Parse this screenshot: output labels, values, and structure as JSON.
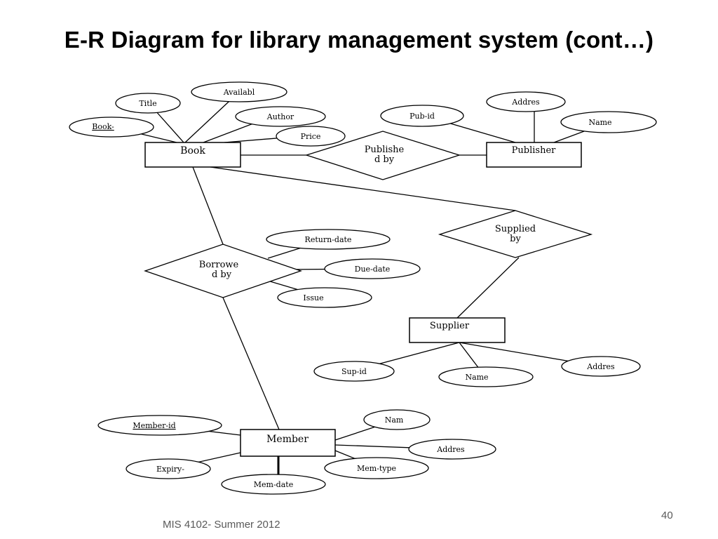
{
  "slide": {
    "title": "E-R Diagram for library management system (cont…)",
    "footer": "MIS 4102- Summer 2012",
    "page_number": "40"
  },
  "diagram": {
    "entities": {
      "book": "Book",
      "publisher": "Publisher",
      "supplier": "Supplier",
      "member": "Member"
    },
    "relationships": {
      "published_by": [
        "Publishe",
        "d by"
      ],
      "supplied_by": [
        "Supplied",
        "by"
      ],
      "borrowed_by": [
        "Borrowe",
        "d by"
      ]
    },
    "attributes": {
      "book_title": "Title",
      "book_availabl": "Availabl",
      "book_author": "Author",
      "book_id": "Book-",
      "book_price": "Price",
      "pub_id": "Pub-id",
      "pub_addres": "Addres",
      "pub_name": "Name",
      "return_date": "Return-date",
      "due_date": "Due-date",
      "issue": "Issue",
      "sup_id": "Sup-id",
      "sup_name": "Name",
      "sup_addres": "Addres",
      "member_id": "Member-id",
      "mem_nam": "Nam",
      "mem_addres": "Addres",
      "expiry": "Expiry-",
      "mem_type": "Mem-type",
      "mem_date": "Mem-date"
    }
  }
}
